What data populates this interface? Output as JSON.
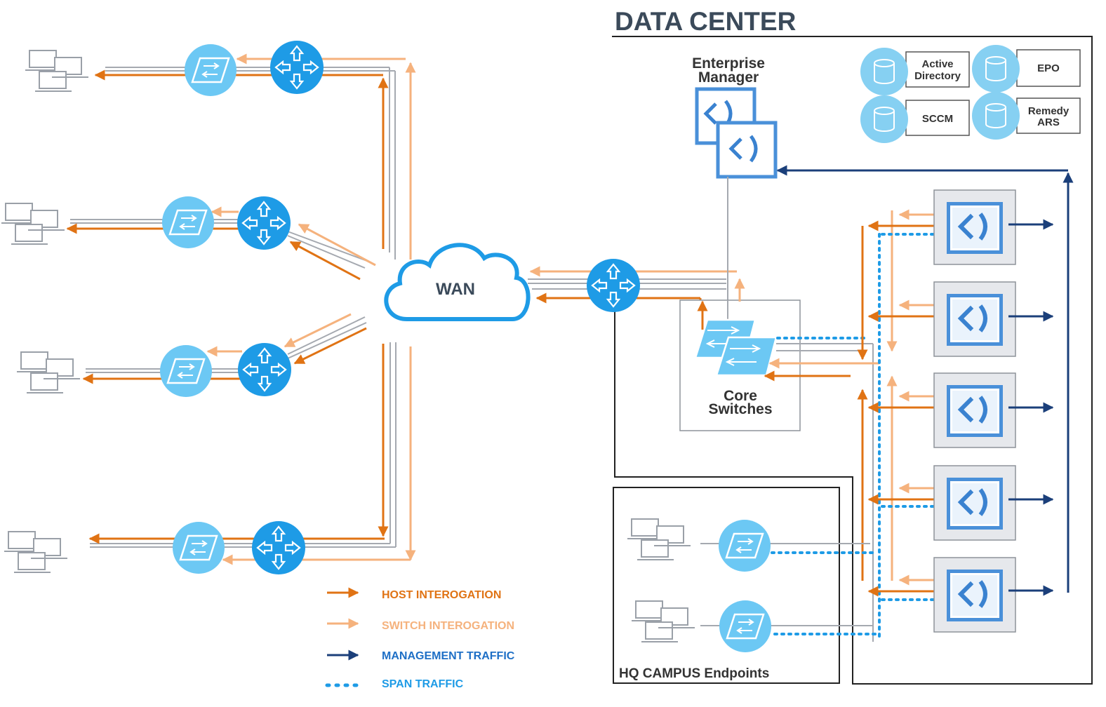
{
  "data_center": {
    "title": "DATA CENTER"
  },
  "enterprise_manager": {
    "label_line1": "Enterprise",
    "label_line2": "Manager"
  },
  "core_switches": {
    "label_line1": "Core",
    "label_line2": "Switches"
  },
  "wan": {
    "label": "WAN"
  },
  "services": [
    {
      "line1": "Active",
      "line2": "Directory"
    },
    {
      "line1": "EPO",
      "line2": ""
    },
    {
      "line1": "SCCM",
      "line2": ""
    },
    {
      "line1": "Remedy",
      "line2": "ARS"
    }
  ],
  "hq_campus": {
    "label": "HQ CAMPUS Endpoints"
  },
  "legend": {
    "host": "HOST INTEROGATION",
    "switch": "SWITCH INTEROGATION",
    "management": "MANAGEMENT TRAFFIC",
    "span": "SPAN TRAFFIC"
  },
  "colors": {
    "host": "#E07314",
    "switch": "#F5B27D",
    "management": "#1B3F7A",
    "span": "#1E9BE6",
    "device": "#1E9BE6",
    "device_light": "#6CC8F4",
    "gray_line": "#A5A9B0",
    "border": "#222222",
    "title": "#3B4A5A",
    "legend_blue": "#1E6FC6"
  }
}
